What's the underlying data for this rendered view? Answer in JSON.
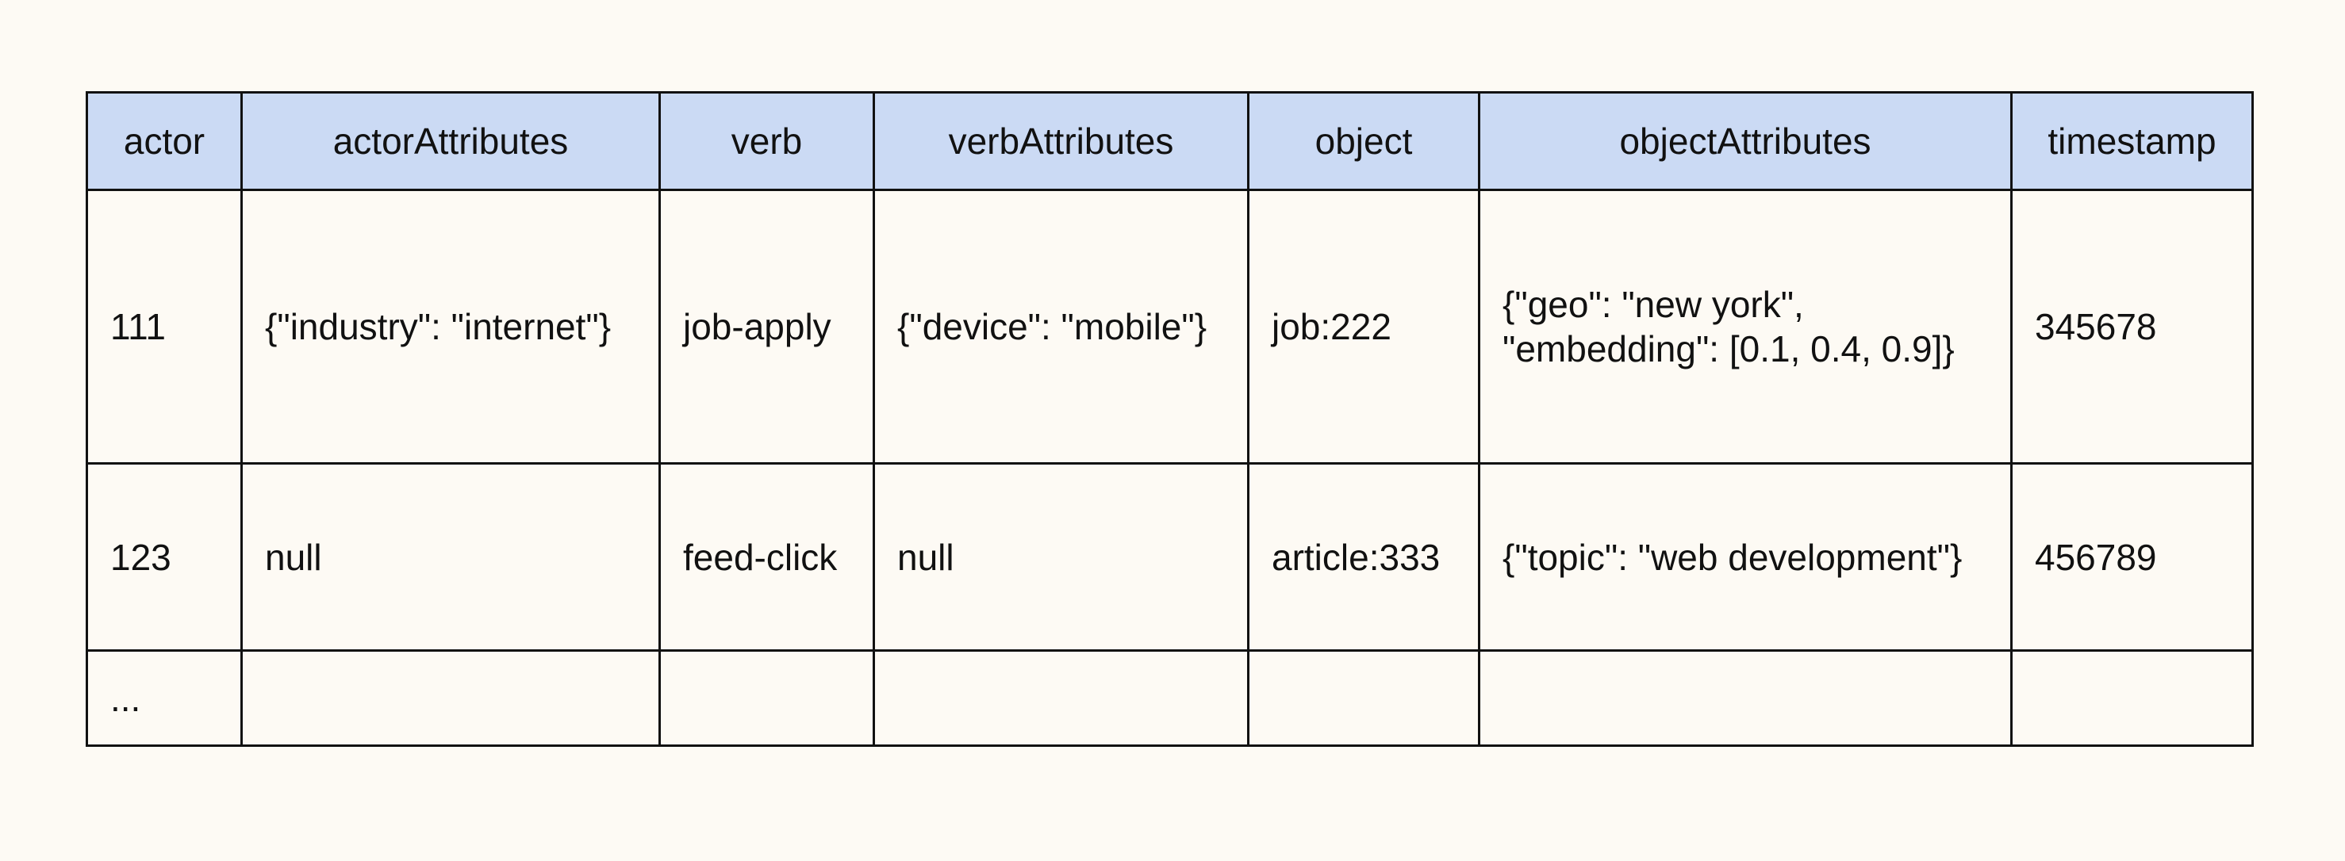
{
  "table": {
    "columns": [
      "actor",
      "actorAttributes",
      "verb",
      "verbAttributes",
      "object",
      "objectAttributes",
      "timestamp"
    ],
    "rows": [
      [
        "111",
        "{\"industry\": \"internet\"}",
        "job-apply",
        "{\"device\": \"mobile\"}",
        "job:222",
        "{\"geo\": \"new york\", \"embedding\": [0.1, 0.4, 0.9]}",
        "345678"
      ],
      [
        "123",
        "null",
        "feed-click",
        "null",
        "article:333",
        "{\"topic\": \"web development\"}",
        "456789"
      ],
      [
        "...",
        "",
        "",
        "",
        "",
        "",
        ""
      ]
    ]
  }
}
